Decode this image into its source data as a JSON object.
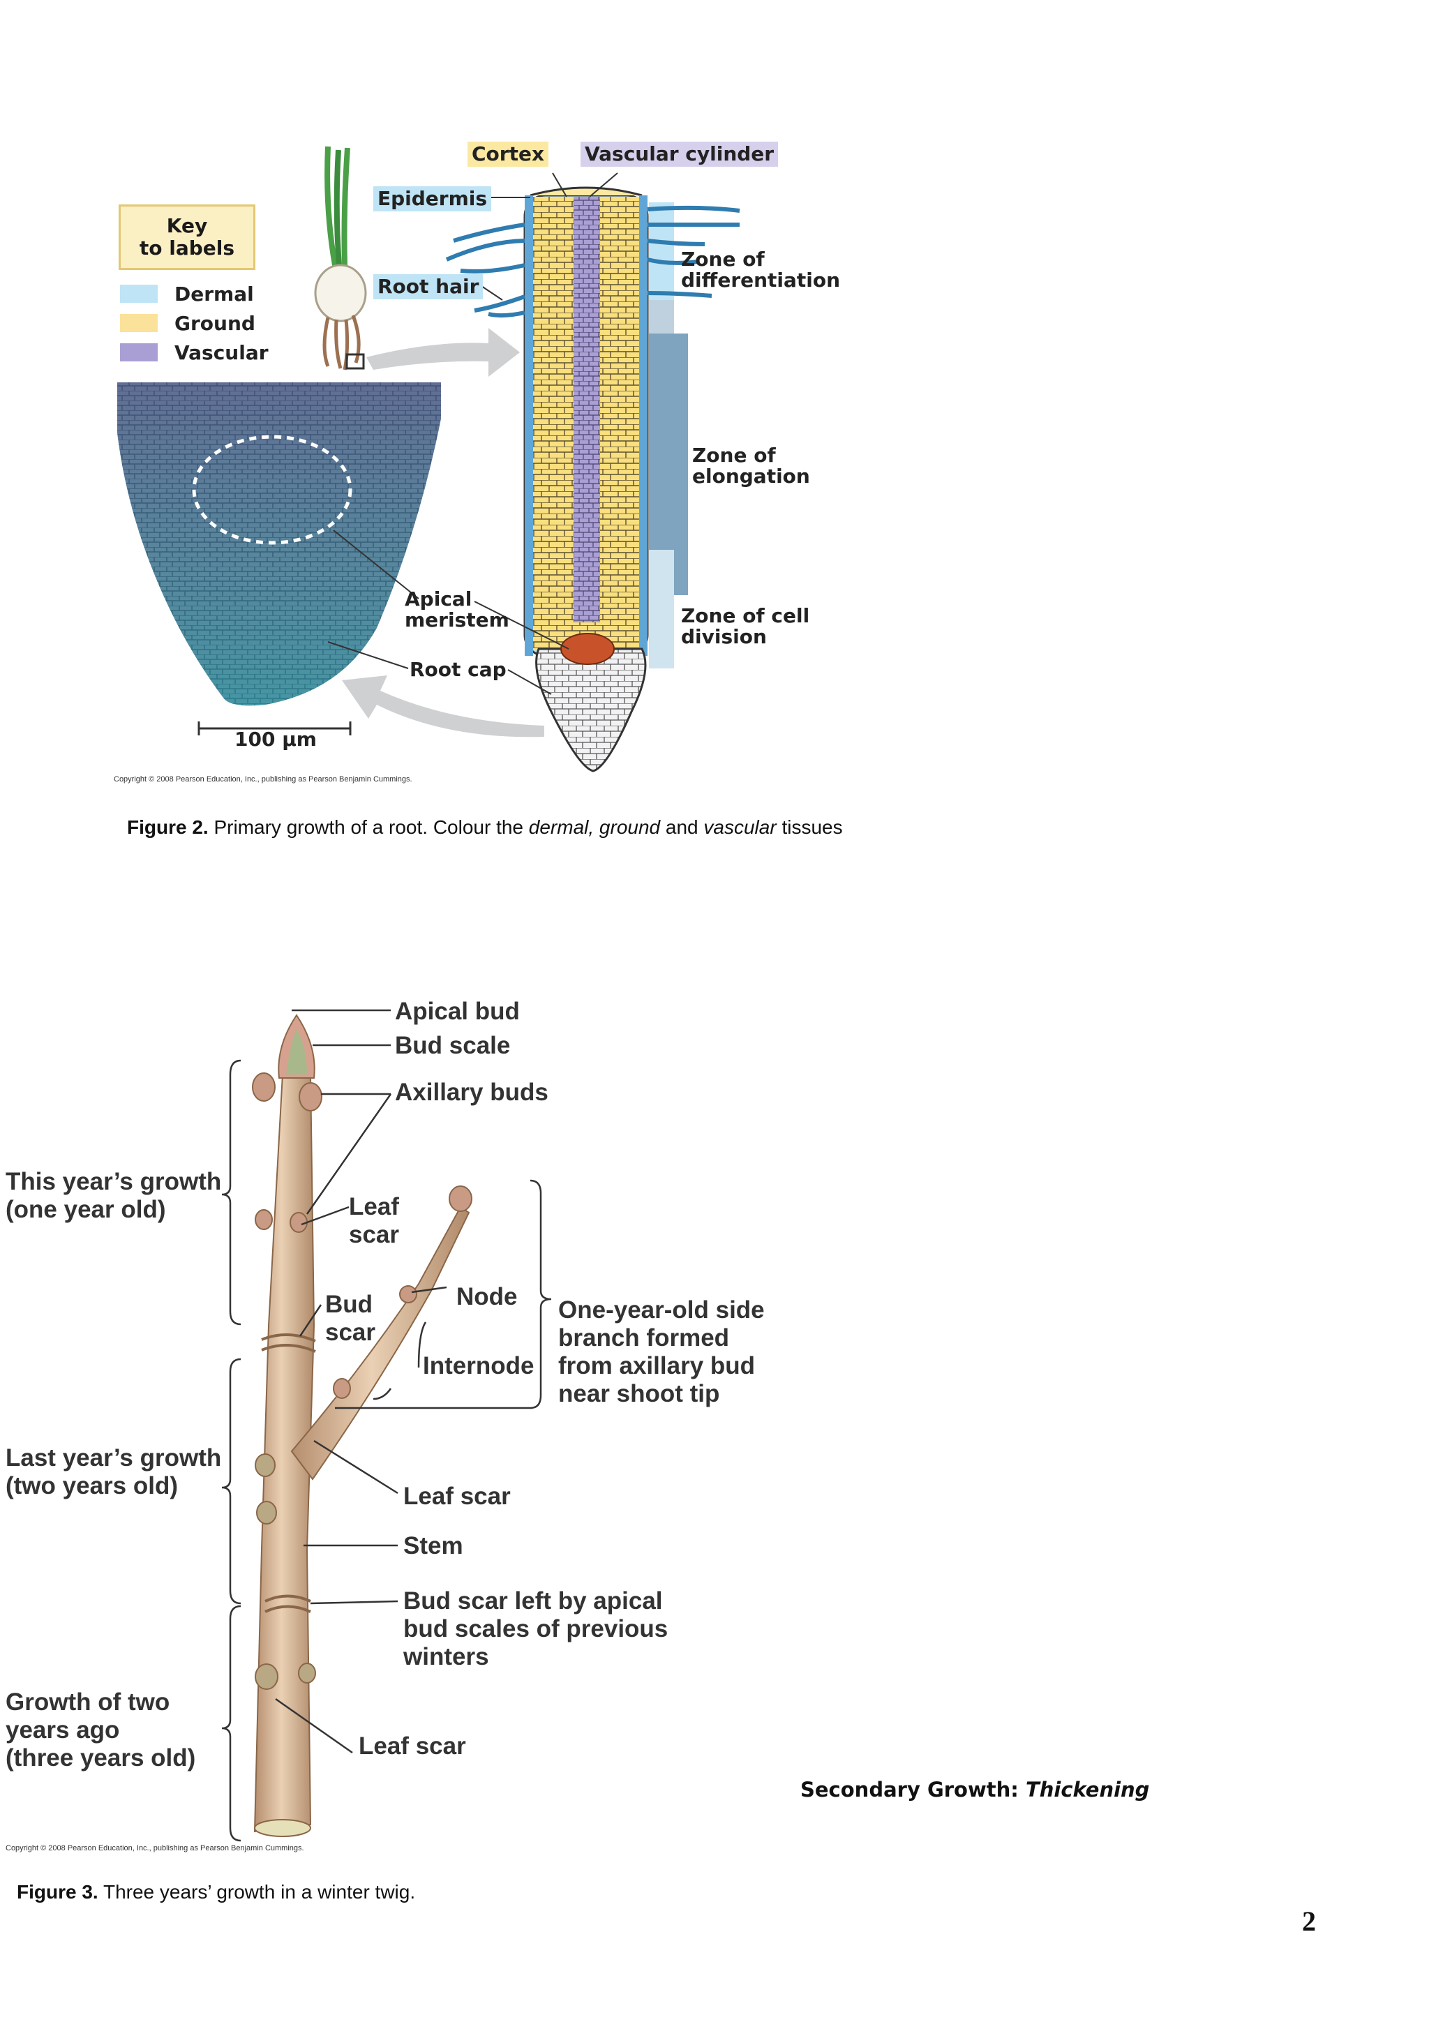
{
  "figure2": {
    "key_title_line1": "Key",
    "key_title_line2": "to labels",
    "legend": [
      {
        "label": "Dermal",
        "color": "#bfe4f5"
      },
      {
        "label": "Ground",
        "color": "#fbe29a"
      },
      {
        "label": "Vascular",
        "color": "#a99fd4"
      }
    ],
    "labels": {
      "cortex": "Cortex",
      "vascular_cylinder": "Vascular cylinder",
      "epidermis": "Epidermis",
      "root_hair": "Root hair",
      "zone_diff_1": "Zone of",
      "zone_diff_2": "differentiation",
      "zone_elong_1": "Zone of",
      "zone_elong_2": "elongation",
      "zone_div_1": "Zone of cell",
      "zone_div_2": "division",
      "apical_1": "Apical",
      "apical_2": "meristem",
      "root_cap": "Root cap",
      "scale": "100 µm"
    },
    "copyright": "Copyright © 2008 Pearson Education, Inc., publishing as Pearson Benjamin Cummings.",
    "caption_prefix": "Figure 2.",
    "caption_a": " Primary growth of a root. Colour the ",
    "caption_b": "dermal, ground",
    "caption_c": " and ",
    "caption_d": "vascular",
    "caption_e": " tissues"
  },
  "figure3": {
    "labels": {
      "apical_bud": "Apical bud",
      "bud_scale": "Bud scale",
      "axillary_buds": "Axillary buds",
      "this_year_1": "This year’s growth",
      "this_year_2": "(one year old)",
      "leaf_scar_top_1": "Leaf",
      "leaf_scar_top_2": "scar",
      "bud_scar_1": "Bud",
      "bud_scar_2": "scar",
      "node": "Node",
      "internode": "Internode",
      "side_1": "One-year-old side",
      "side_2": "branch formed",
      "side_3": "from axillary bud",
      "side_4": "near shoot tip",
      "last_year_1": "Last year’s growth",
      "last_year_2": "(two years old)",
      "leaf_scar_mid": "Leaf scar",
      "stem": "Stem",
      "bud_scar_left_1": "Bud scar left by apical",
      "bud_scar_left_2": "bud scales of previous",
      "bud_scar_left_3": "winters",
      "two_years_1": "Growth of two",
      "two_years_2": "years ago",
      "two_years_3": "(three years old)",
      "leaf_scar_bottom": "Leaf scar"
    },
    "copyright": "Copyright © 2008 Pearson Education, Inc., publishing as Pearson Benjamin Cummings.",
    "caption_prefix": "Figure 3.",
    "caption_text": "  Three years’ growth in a winter twig."
  },
  "secondary_label": "Secondary Growth: ",
  "secondary_italic": "Thickening",
  "page_number": "2"
}
